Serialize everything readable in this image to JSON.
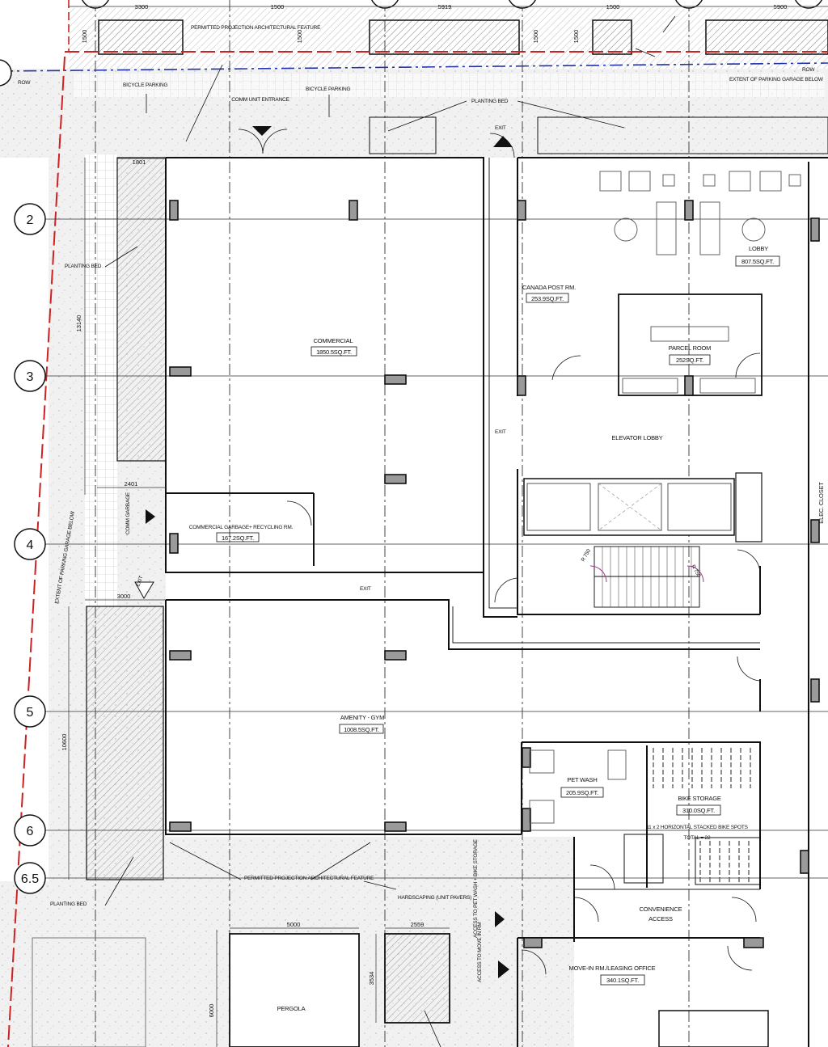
{
  "grid_labels": [
    "2",
    "3",
    "4",
    "5",
    "6",
    "6.5"
  ],
  "dimensions": [
    "3300",
    "1500",
    "5919",
    "1500",
    "1500",
    "5900",
    "1500",
    "1500",
    "1500",
    "1801",
    "13140",
    "2401",
    "3000",
    "10600",
    "5000",
    "2559",
    "3534",
    "6000"
  ],
  "rooms": {
    "commercial": {
      "name": "COMMERCIAL",
      "area": "1850.5SQ.FT."
    },
    "garbage": {
      "name": "COMMERCIAL GARBAGE+ RECYCLING RM.",
      "area": "167.2SQ.FT."
    },
    "amenity": {
      "name": "AMENITY - GYM",
      "area": "1008.5SQ.FT."
    },
    "canada_post": {
      "name": "CANADA POST RM.",
      "area": "253.9SQ.FT."
    },
    "lobby": {
      "name": "LOBBY",
      "area": "807.5SQ.FT."
    },
    "parcel": {
      "name": "PARCEL ROOM",
      "area": "252SQ.FT."
    },
    "elevator_lobby": {
      "name": "ELEVATOR LOBBY"
    },
    "pet_wash": {
      "name": "PET WASH",
      "area": "205.9SQ.FT."
    },
    "bike_storage": {
      "name": "BIKE STORAGE",
      "area": "310.0SQ.FT."
    },
    "bike_note": "11 x 2 HORIZONTAL STACKED BIKE SPOTS",
    "bike_total": "TOTAL = 22",
    "convenience": {
      "name": "CONVENIENCE ACCESS"
    },
    "move_in": {
      "name": "MOVE-IN RM./LEASING OFFICE",
      "area": "340.1SQ.FT."
    },
    "elec_closet": "ELEC. CLOSET",
    "pergola": "PERGOLA"
  },
  "annotations": {
    "permitted_projection_top": "PERMITTED PROJECTION ARCHITECTURAL FEATURE",
    "row_left": "ROW",
    "row_right": "ROW",
    "extent_garage_right": "EXTENT OF PARKING GARAGE BELOW",
    "extent_garage_left": "EXTENT OF PARKING GARAGE BELOW",
    "bicycle_parking_1": "BICYCLE PARKING",
    "bicycle_parking_2": "BICYCLE PARKING",
    "comm_unit_entrance": "COMM UNIT ENTRANCE",
    "planting_bed_top": "PLANTING BED",
    "planting_bed_left": "PLANTING BED",
    "planting_bed_bottom": "PLANTING BED",
    "exit_top": "EXIT",
    "exit_mid": "EXIT",
    "exit_corridor": "EXIT",
    "exit_left": "EXIT",
    "comm_garbage": "COMM GARBAGE",
    "permitted_projection_bottom": "PERMITTED PROJECTION ARCHITECTURAL FEATURE",
    "hardscaping": "HARDSCAPING (UNIT PAVERS)",
    "access_pet_wash": "ACCESS TO PET WASH + BIKE STORAGE",
    "access_move_in": "ACCESS TO MOVE IN RM",
    "radius_1": "R 750",
    "radius_2": "R 750"
  }
}
